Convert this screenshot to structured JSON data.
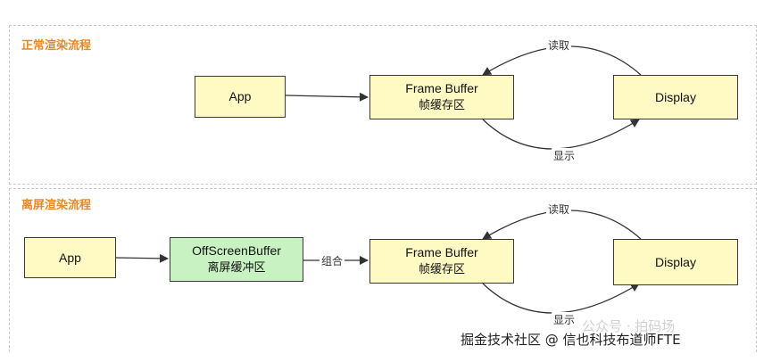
{
  "sections": {
    "normal": {
      "title": "正常渲染流程"
    },
    "offscreen": {
      "title": "离屏渲染流程"
    }
  },
  "normal_flow": {
    "app": "App",
    "frame_buffer": {
      "en": "Frame Buffer",
      "cn": "帧缓存区"
    },
    "display": "Display",
    "read_label": "读取",
    "show_label": "显示"
  },
  "offscreen_flow": {
    "app": "App",
    "offscreen_buffer": {
      "en": "OffScreenBuffer",
      "cn": "离屏缓冲区"
    },
    "combine_label": "组合",
    "frame_buffer": {
      "en": "Frame Buffer",
      "cn": "帧缓存区"
    },
    "display": "Display",
    "read_label": "读取",
    "show_label": "显示"
  },
  "watermark": {
    "text": "掘金技术社区 @ 信也科技布道师FTE",
    "brand": "公众号 · 拍码场"
  },
  "colors": {
    "title_orange": "#e8892a",
    "box_yellow": "#fff9c4",
    "box_green": "#c9f2c2"
  }
}
